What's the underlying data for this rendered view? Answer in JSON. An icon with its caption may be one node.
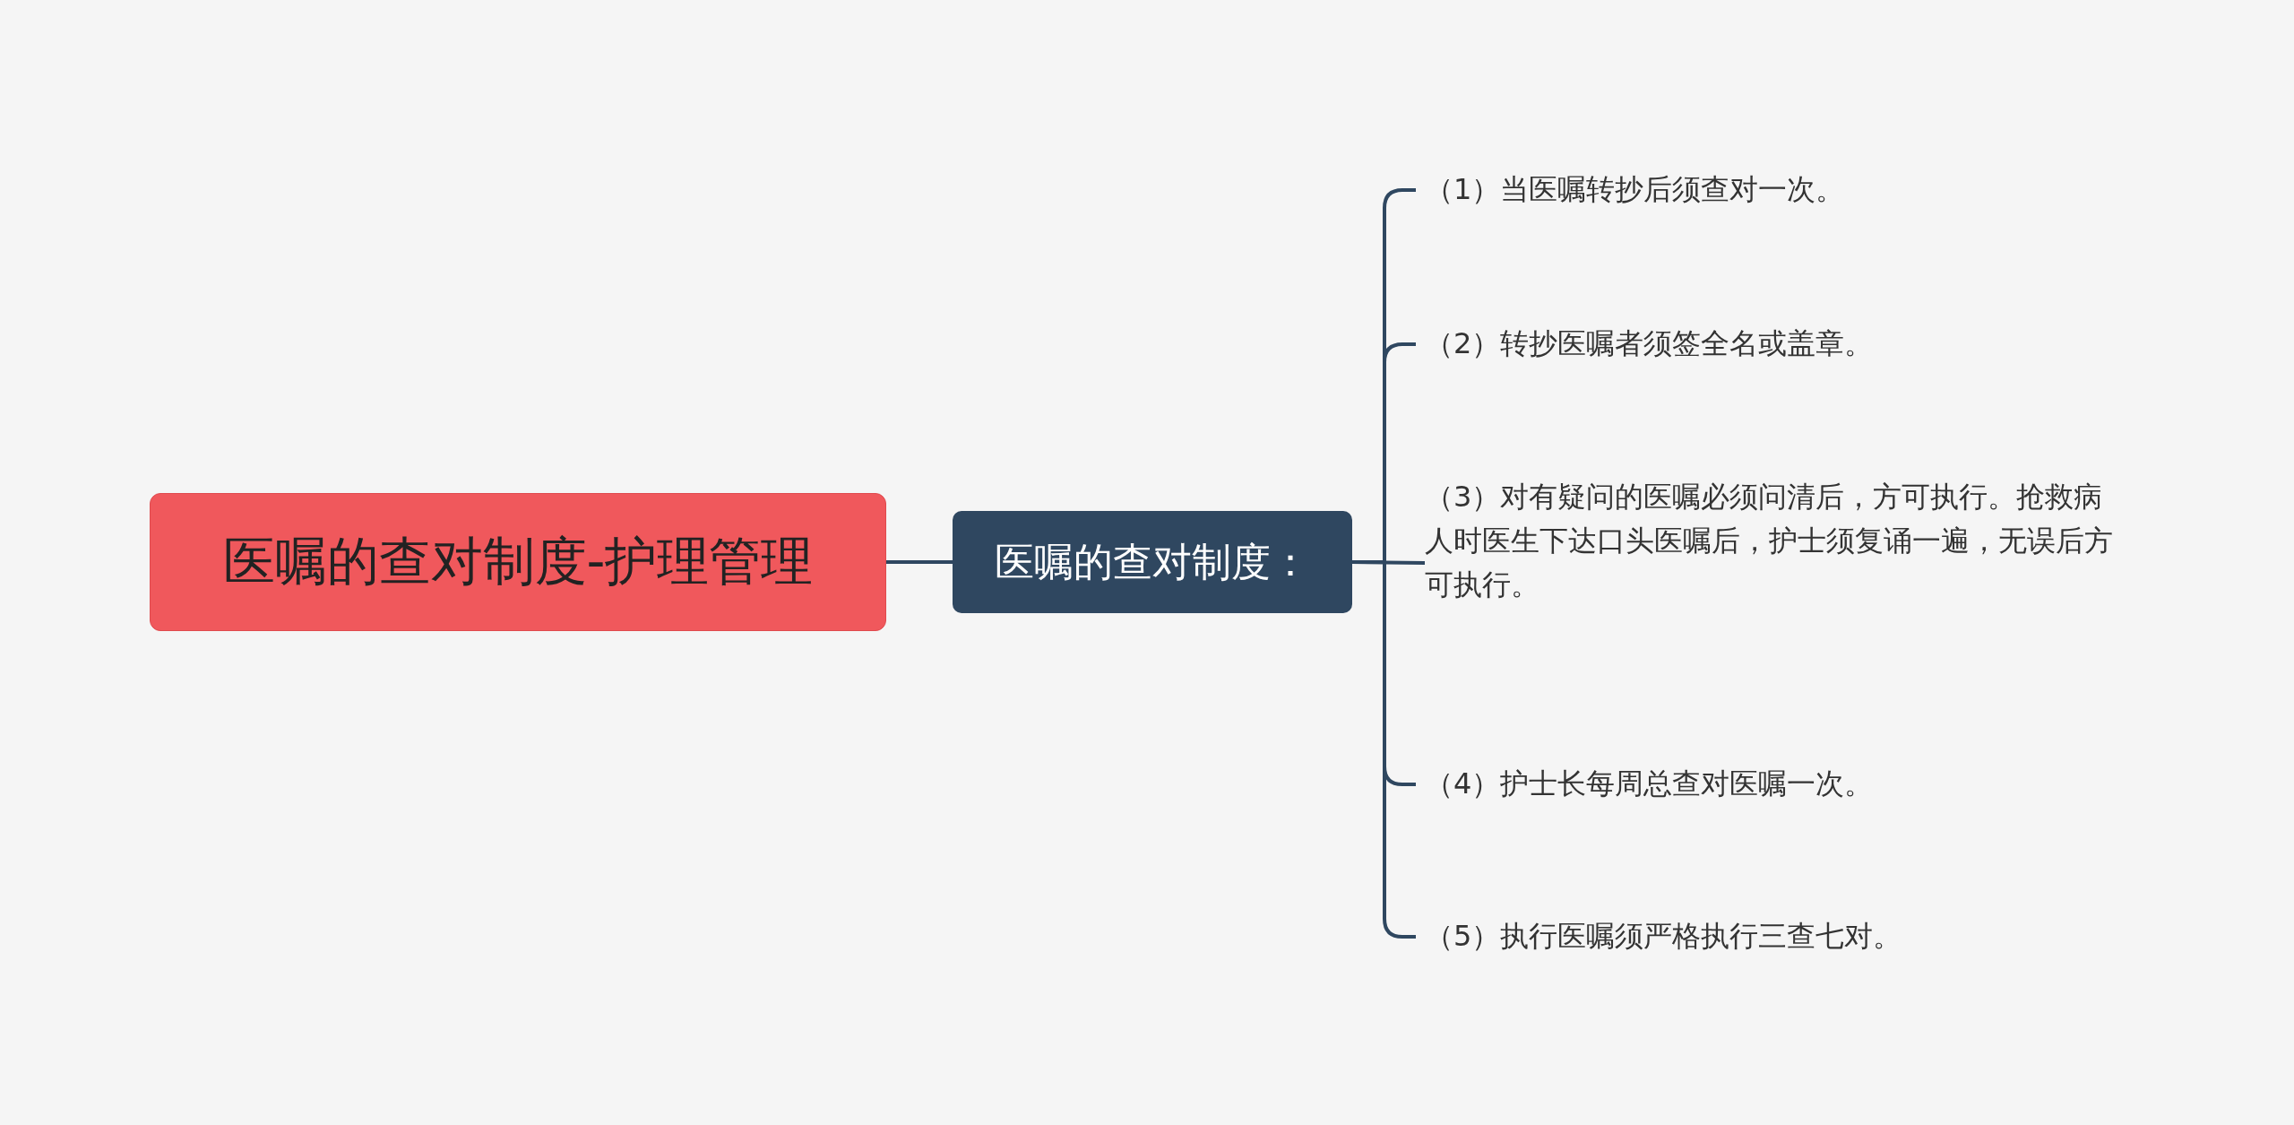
{
  "diagram": {
    "nodes": [
      {
        "text": [
          "医嘱的查对制度-护理管理"
        ]
      },
      {
        "text": [
          "医嘱的查对制度："
        ]
      },
      {
        "text": [
          "（1）当医嘱转抄后须查对一次。"
        ]
      },
      {
        "text": [
          "（2）转抄医嘱者须签全名或盖章。"
        ]
      },
      {
        "text": [
          "（3）对有疑问的医嘱必须问清后，方可执行。抢救病人时医生下达口头医嘱后，护士须复诵一遍，无误后方可执行。"
        ]
      },
      {
        "text": [
          "（4）护士长每周总查对医嘱一次。"
        ]
      },
      {
        "text": [
          "（5）执行医嘱须严格执行三查七对。"
        ]
      }
    ],
    "edges": [
      {
        "from": 0,
        "to": 1,
        "arrow": "none"
      },
      {
        "from": 1,
        "to": 2,
        "arrow": "none"
      },
      {
        "from": 1,
        "to": 3,
        "arrow": "none"
      },
      {
        "from": 1,
        "to": 4,
        "arrow": "none"
      },
      {
        "from": 1,
        "to": 5,
        "arrow": "none"
      },
      {
        "from": 1,
        "to": 6,
        "arrow": "none"
      }
    ]
  }
}
